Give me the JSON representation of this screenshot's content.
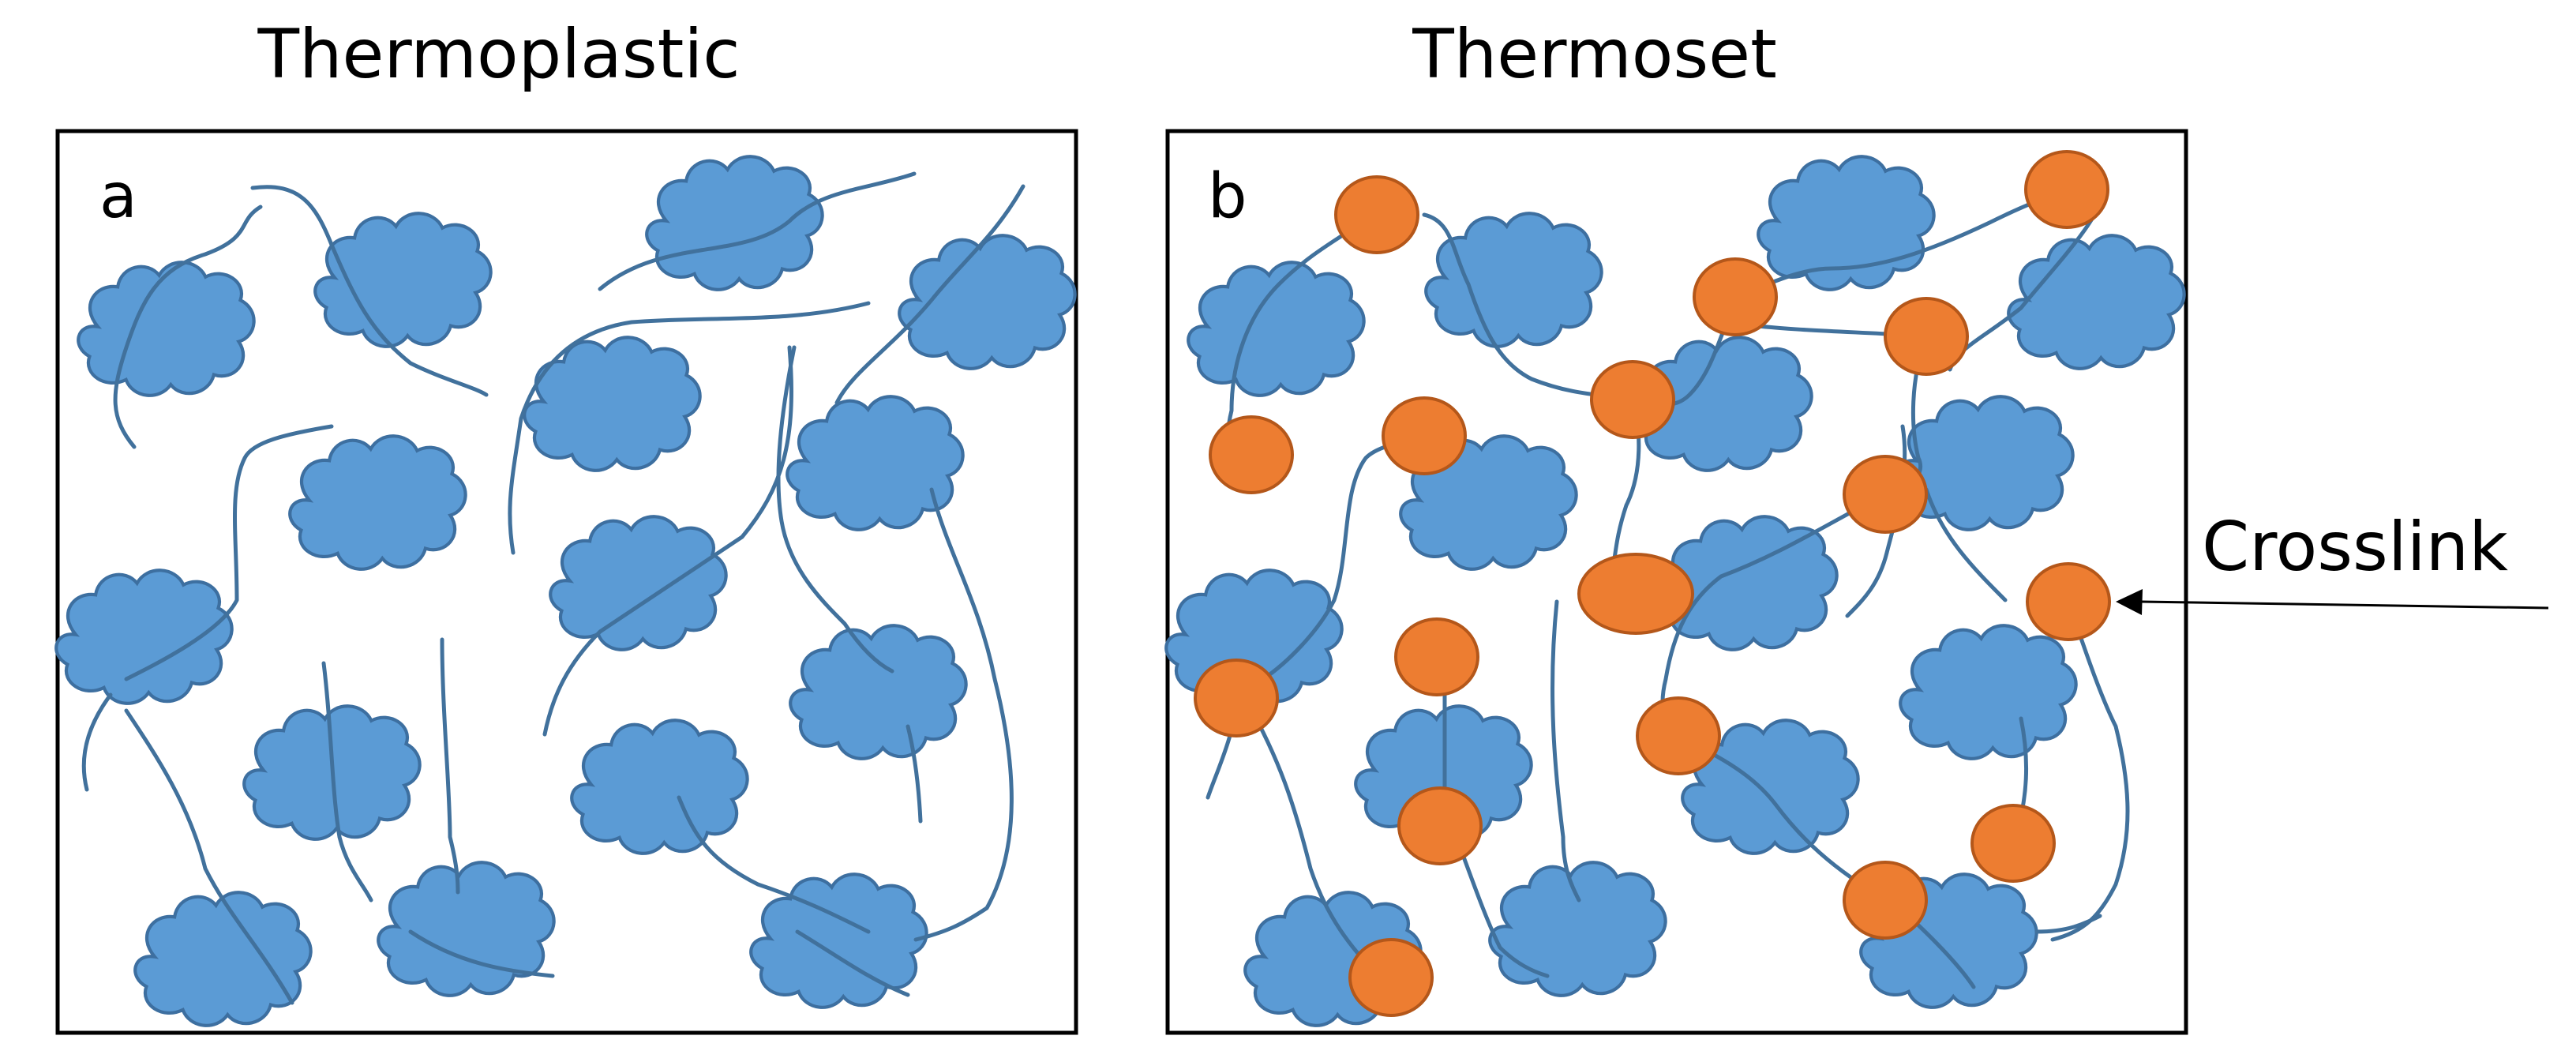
{
  "panels": [
    {
      "title": "Thermoplastic",
      "letter": "a"
    },
    {
      "title": "Thermoset",
      "letter": "b"
    }
  ],
  "annotation": {
    "label": "Crosslink"
  },
  "colors": {
    "polymer_fill": "#5b9bd5",
    "polymer_stroke": "#3d6fa0",
    "chain": "#41719c",
    "crosslink_fill": "#ed7d31",
    "crosslink_stroke": "#b4571a",
    "frame": "#000000"
  }
}
